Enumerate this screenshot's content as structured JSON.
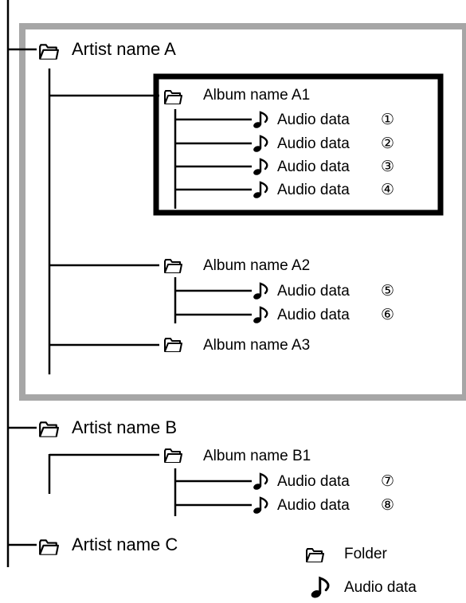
{
  "artists": [
    {
      "name": "Artist name A",
      "albums": [
        {
          "name": "Album name A1",
          "highlighted": true,
          "tracks": [
            {
              "label": "Audio data",
              "num": "①"
            },
            {
              "label": "Audio data",
              "num": "②"
            },
            {
              "label": "Audio data",
              "num": "③"
            },
            {
              "label": "Audio data",
              "num": "④"
            }
          ]
        },
        {
          "name": "Album name A2",
          "tracks": [
            {
              "label": "Audio data",
              "num": "⑤"
            },
            {
              "label": "Audio data",
              "num": "⑥"
            }
          ]
        },
        {
          "name": "Album name A3",
          "tracks": []
        }
      ]
    },
    {
      "name": "Artist name B",
      "albums": [
        {
          "name": "Album name B1",
          "tracks": [
            {
              "label": "Audio data",
              "num": "⑦"
            },
            {
              "label": "Audio data",
              "num": "⑧"
            }
          ]
        }
      ]
    },
    {
      "name": "Artist name C",
      "albums": []
    }
  ],
  "legend": {
    "folder_label": "Folder",
    "audio_label": "Audio data",
    "folder_icon": "folder-icon",
    "audio_icon": "music-note-icon"
  },
  "colors": {
    "artist_box_border": "#a6a6a6",
    "album_box_border": "#000000",
    "line": "#000000"
  }
}
